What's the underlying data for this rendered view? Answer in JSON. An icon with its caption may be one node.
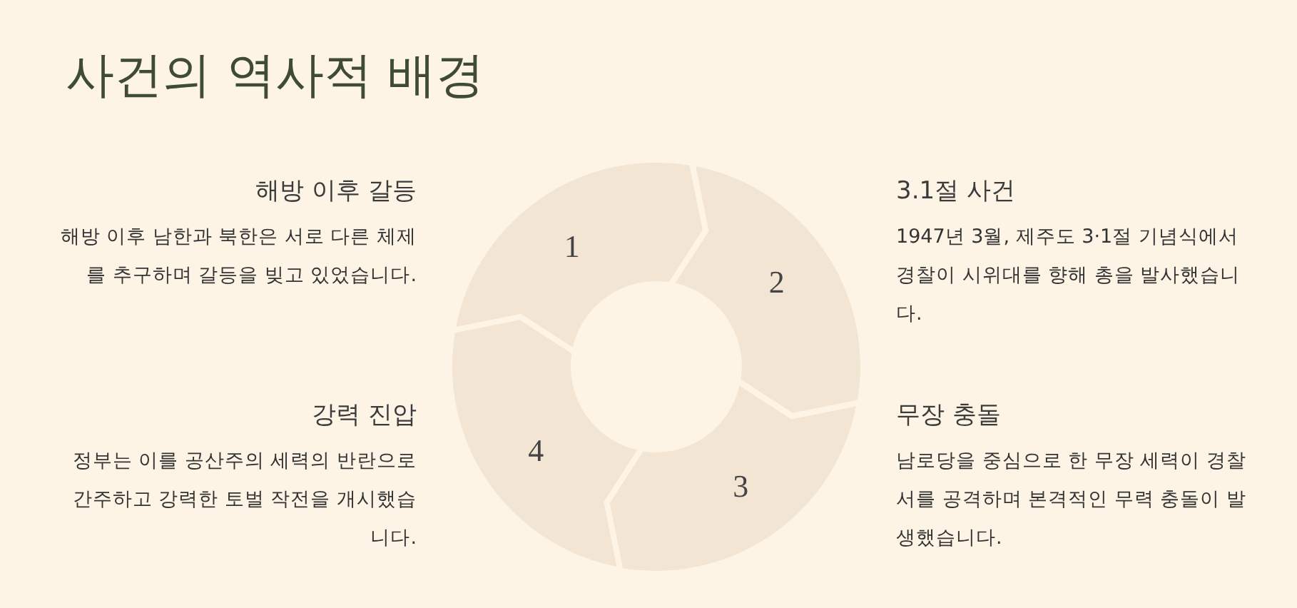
{
  "diagram": {
    "title": "사건의 역사적 배경",
    "nodes": [
      {
        "text": [
          "1"
        ]
      },
      {
        "text": [
          "2"
        ]
      },
      {
        "text": [
          "3"
        ]
      },
      {
        "text": [
          "4"
        ]
      }
    ],
    "labels": [
      "해방 이후 갈등",
      "해방 이후 남한과 북한은 서로 다른 체제를 추구하며 갈등을 빚고 있었습니다.",
      "3.1절 사건",
      "1947년 3월, 제주도 3·1절 기념식에서 경찰이 시위대를 향해 총을 발사했습니다.",
      "강력 진압",
      "정부는 이를 공산주의 세력의 반란으로 간주하고 강력한 토벌 작전을 개시했습니다.",
      "무장 충돌",
      "남로당을 중심으로 한 무장 세력이 경찰서를 공격하며 본격적인 무력 충돌이 발생했습니다."
    ]
  }
}
